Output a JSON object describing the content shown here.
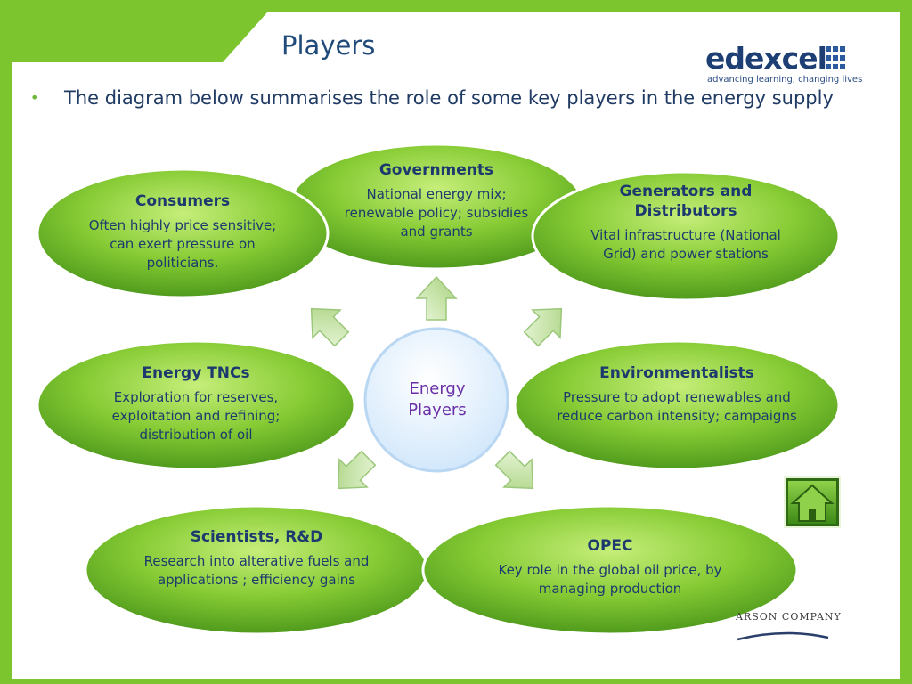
{
  "slide": {
    "title": "Players",
    "bullet": "The diagram below summarises the role of some key players in the energy supply",
    "logo": {
      "word": "edexcel",
      "tagline": "advancing learning, changing lives"
    },
    "footer_text": "ARSON COMPANY",
    "colors": {
      "frame_green": "#7cc52e",
      "node_green": "#6ab32b",
      "title_blue": "#1f4a7a",
      "center_text": "#6a2ea6"
    }
  },
  "diagram": {
    "center": {
      "label": "Energy Players"
    },
    "nodes": [
      {
        "id": "governments",
        "title": "Governments",
        "desc": "National  energy mix; renewable policy; subsidies and grants"
      },
      {
        "id": "consumers",
        "title": "Consumers",
        "desc": "Often highly price sensitive; can exert pressure on politicians."
      },
      {
        "id": "generators",
        "title": "Generators and Distributors",
        "desc": "Vital infrastructure (National Grid) and power stations"
      },
      {
        "id": "tncs",
        "title": "Energy TNCs",
        "desc": "Exploration for reserves, exploitation and refining; distribution of oil"
      },
      {
        "id": "environmentalists",
        "title": "Environmentalists",
        "desc": "Pressure to adopt renewables and reduce carbon intensity; campaigns"
      },
      {
        "id": "scientists",
        "title": "Scientists, R&D",
        "desc": "Research into alterative fuels and applications ; efficiency gains"
      },
      {
        "id": "opec",
        "title": "OPEC",
        "desc": "Key role in the global oil price, by managing production"
      }
    ]
  },
  "icons": {
    "home": "home-icon"
  }
}
